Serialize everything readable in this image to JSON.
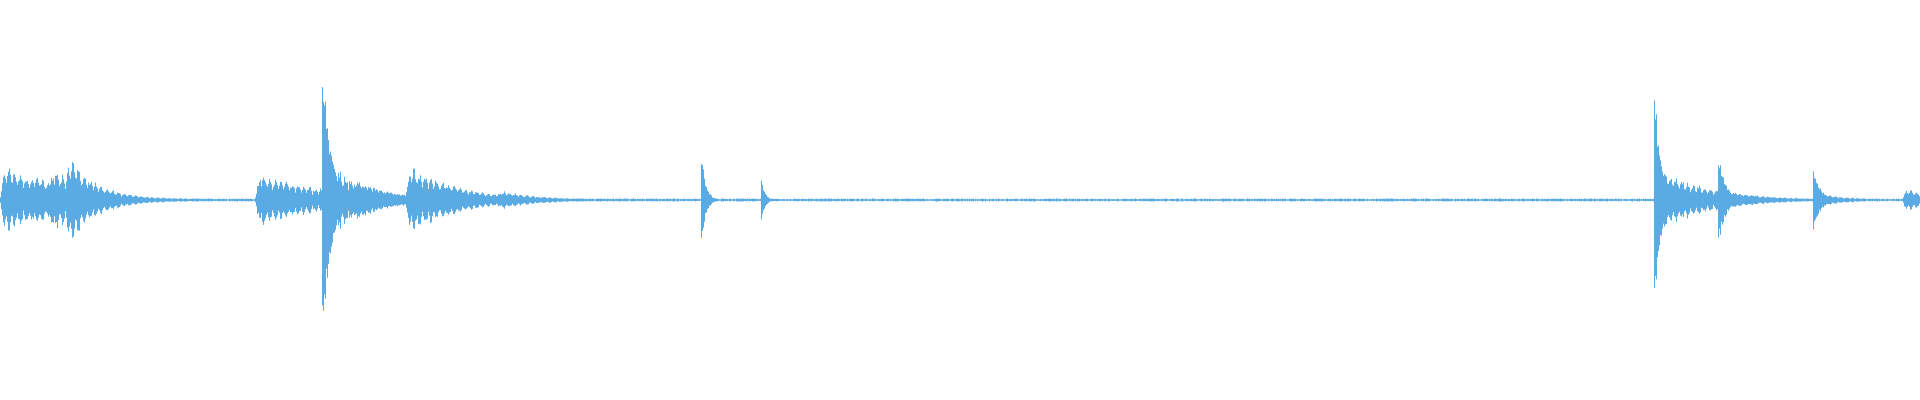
{
  "waveform": {
    "color": "#5aabe3",
    "background": "#ffffff",
    "duration_frames": 1920,
    "baseline_amplitude": 0.008,
    "events": [
      {
        "start": 0,
        "peak": 0.27,
        "decay": 60,
        "kind": "burst"
      },
      {
        "start": 28,
        "peak": 0.22,
        "decay": 40,
        "kind": "burst"
      },
      {
        "start": 48,
        "peak": 0.28,
        "decay": 30,
        "kind": "burst"
      },
      {
        "start": 64,
        "peak": 0.37,
        "decay": 30,
        "kind": "burst"
      },
      {
        "start": 88,
        "peak": 0.12,
        "decay": 30,
        "kind": "burst"
      },
      {
        "start": 255,
        "peak": 0.21,
        "decay": 70,
        "kind": "burst"
      },
      {
        "start": 322,
        "peak": 1.0,
        "decay": 25,
        "kind": "spike"
      },
      {
        "start": 325,
        "peak": 0.3,
        "decay": 40,
        "kind": "burst"
      },
      {
        "start": 350,
        "peak": 0.16,
        "decay": 40,
        "kind": "burst"
      },
      {
        "start": 405,
        "peak": 0.28,
        "decay": 50,
        "kind": "burst"
      },
      {
        "start": 440,
        "peak": 0.14,
        "decay": 40,
        "kind": "burst"
      },
      {
        "start": 495,
        "peak": 0.08,
        "decay": 40,
        "kind": "burst"
      },
      {
        "start": 701,
        "peak": 0.34,
        "decay": 12,
        "kind": "spike"
      },
      {
        "start": 761,
        "peak": 0.16,
        "decay": 10,
        "kind": "spike"
      },
      {
        "start": 1654,
        "peak": 0.8,
        "decay": 20,
        "kind": "spike"
      },
      {
        "start": 1656,
        "peak": 0.25,
        "decay": 50,
        "kind": "burst"
      },
      {
        "start": 1718,
        "peak": 0.34,
        "decay": 20,
        "kind": "spike"
      },
      {
        "start": 1720,
        "peak": 0.08,
        "decay": 40,
        "kind": "burst"
      },
      {
        "start": 1813,
        "peak": 0.22,
        "decay": 20,
        "kind": "spike"
      },
      {
        "start": 1815,
        "peak": 0.06,
        "decay": 30,
        "kind": "burst"
      },
      {
        "start": 1902,
        "peak": 0.1,
        "decay": 30,
        "kind": "burst"
      }
    ]
  }
}
